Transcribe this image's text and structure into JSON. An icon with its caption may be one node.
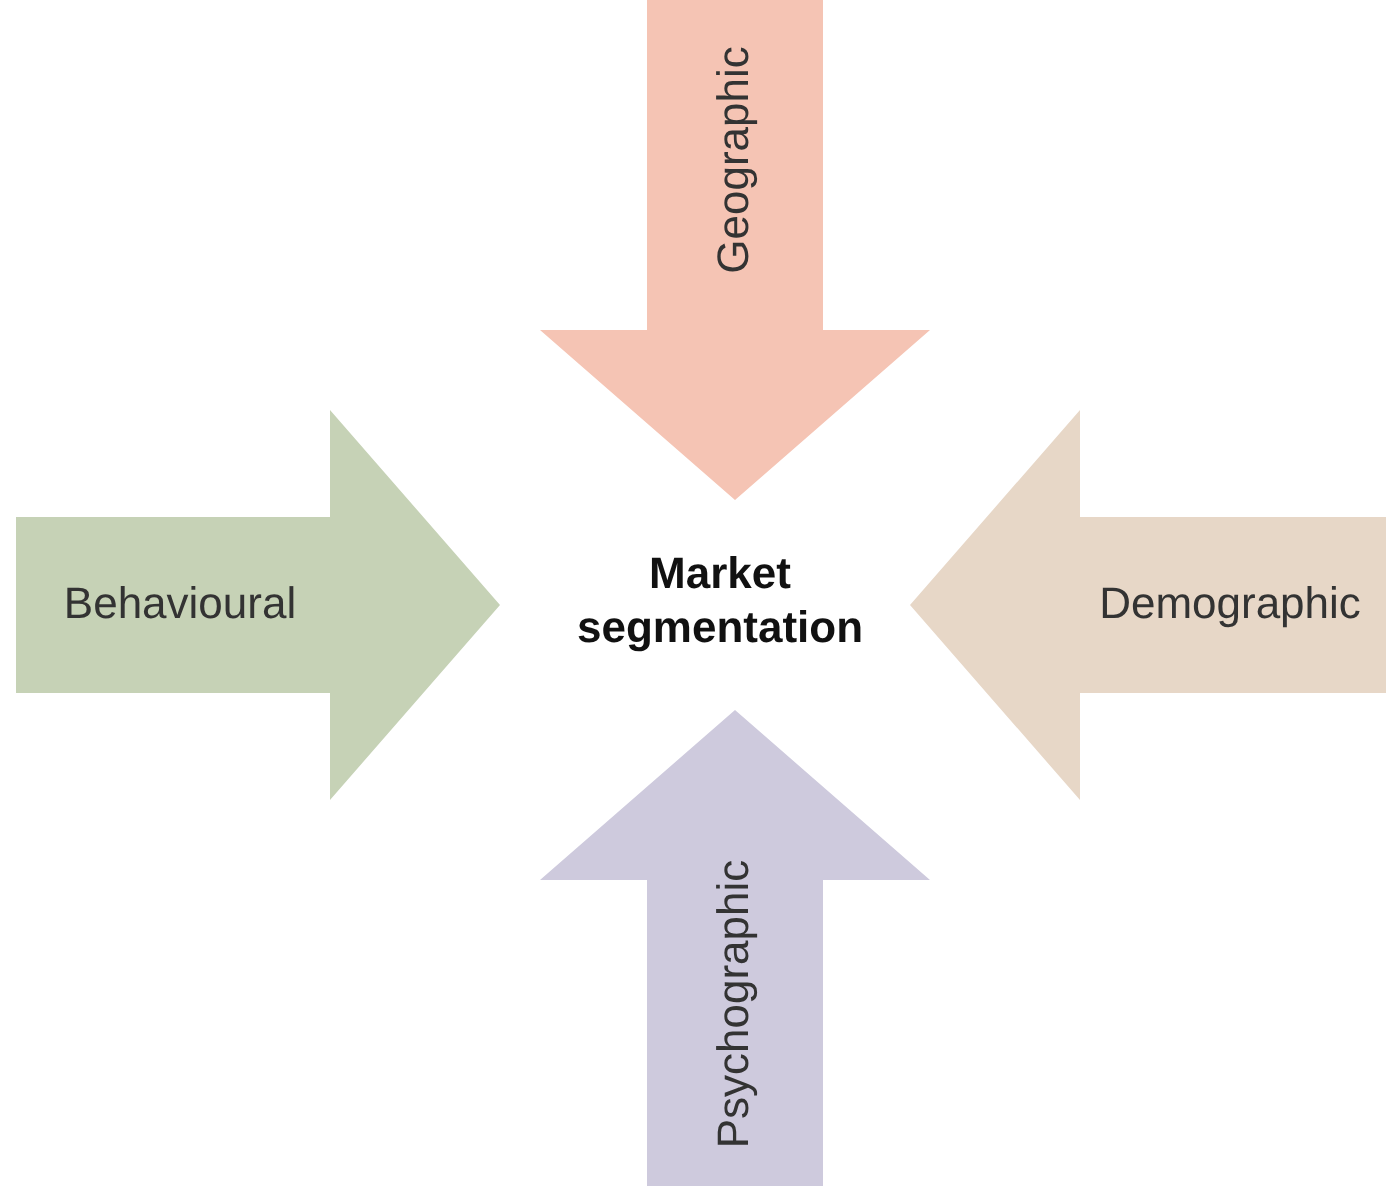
{
  "diagram": {
    "nodes": [
      {
        "text": [
          "Geographic"
        ]
      },
      {
        "text": [
          "Behavioural"
        ]
      },
      {
        "text": [
          "Market segmentation"
        ]
      },
      {
        "text": [
          "Demographic"
        ]
      },
      {
        "text": [
          "Psychographic"
        ]
      }
    ]
  }
}
